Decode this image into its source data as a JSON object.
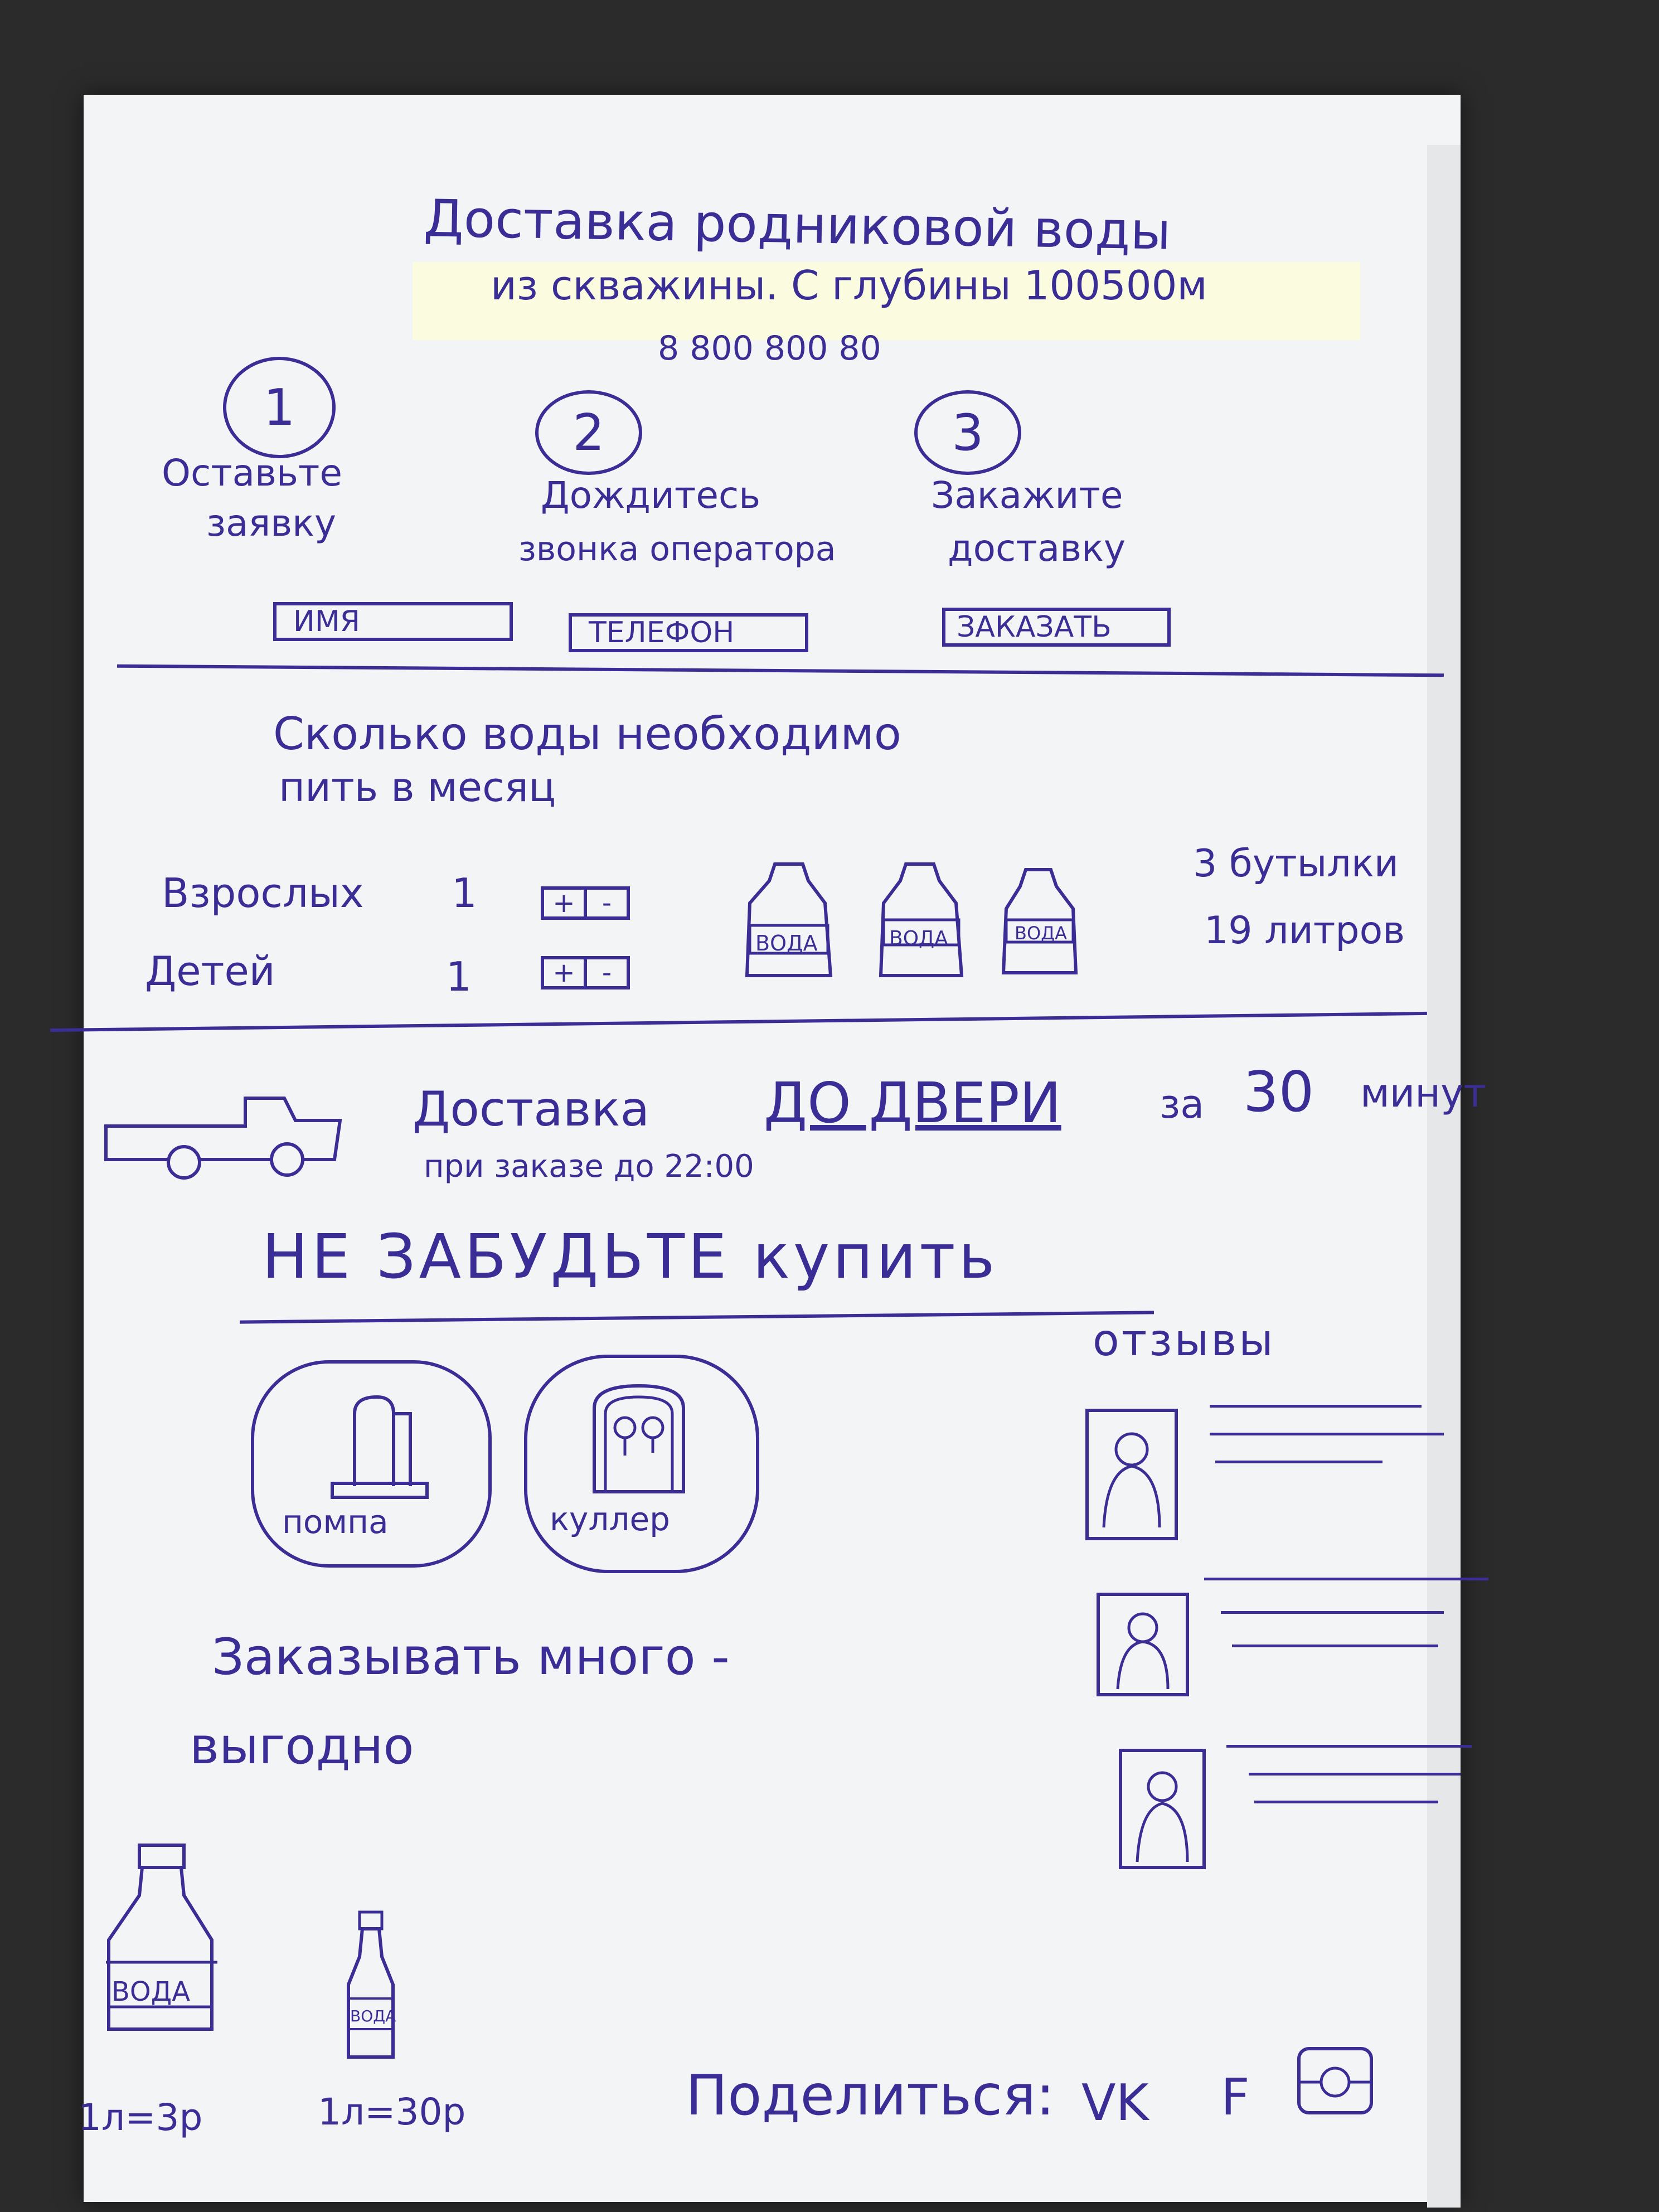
{
  "header": {
    "title_line1": "Доставка родниковой воды",
    "title_line2": "из скважины. С глубины 100500м",
    "phone": "8 800 800 80"
  },
  "steps": [
    {
      "number": "1",
      "label_line1": "Оставьте",
      "label_line2": "заявку"
    },
    {
      "number": "2",
      "label_line1": "Дождитесь",
      "label_line2": "звонка оператора"
    },
    {
      "number": "3",
      "label_line1": "Закажите",
      "label_line2": "доставку"
    }
  ],
  "order_form": {
    "name_placeholder": "ИМЯ",
    "phone_placeholder": "ТЕЛЕФОН",
    "order_button": "ЗАКАЗАТЬ"
  },
  "calculator": {
    "title_line1": "Сколько воды необходимо",
    "title_line2": "пить в месяц",
    "rows": [
      {
        "label": "Взрослых",
        "value": "1"
      },
      {
        "label": "Детей",
        "value": "1"
      }
    ],
    "plus": "+",
    "minus": "-",
    "bottle_label": "ВОДА",
    "result_bottles": "3 бутылки",
    "result_liters": "19 литров"
  },
  "delivery": {
    "text_a": "Доставка",
    "text_b": "ДО ДВЕРИ",
    "text_c": "за",
    "text_d": "30",
    "text_e": "минут",
    "subtitle": "при заказе до 22:00"
  },
  "dont_forget": {
    "title": "НЕ ЗАБУДЬТЕ купить",
    "items": [
      {
        "label": "помпа",
        "icon": "pump-icon"
      },
      {
        "label": "куллер",
        "icon": "cooler-icon"
      }
    ]
  },
  "reviews": {
    "title": "отзывы",
    "items": [
      {
        "avatar": "user-avatar-icon"
      },
      {
        "avatar": "user-avatar-icon"
      },
      {
        "avatar": "user-avatar-icon"
      }
    ]
  },
  "bulk": {
    "title_line1": "Заказывать много -",
    "title_line2": "выгодно",
    "big_bottle_label": "ВОДА",
    "big_price": "1л=3р",
    "small_bottle_label": "ВОДА",
    "small_price": "1л=30р"
  },
  "share": {
    "label": "Поделиться:",
    "vk": "VK",
    "fb": "F",
    "camera_icon": "camera-icon"
  }
}
